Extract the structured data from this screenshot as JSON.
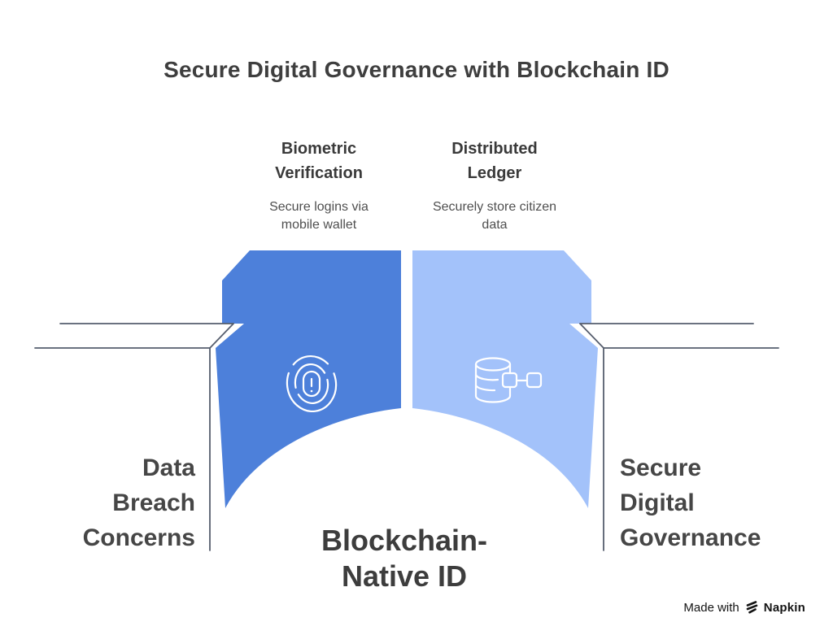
{
  "title": "Secure Digital Governance with Blockchain ID",
  "columns": {
    "left": {
      "heading": "Biometric\nVerification",
      "subtext": "Secure logins via\nmobile wallet",
      "icon": "fingerprint"
    },
    "right": {
      "heading": "Distributed\nLedger",
      "subtext": "Securely store citizen\ndata",
      "icon": "database-link"
    }
  },
  "labels": {
    "left_bank": "Data\nBreach\nConcerns",
    "right_bank": "Secure\nDigital\nGovernance",
    "center": "Blockchain-\nNative ID"
  },
  "footer": {
    "made_with": "Made with",
    "brand": "Napkin"
  },
  "colors": {
    "left_panel": "#4d80da",
    "right_panel": "#a3c2fa",
    "outline": "#565e6e",
    "icon_stroke": "#ffffff"
  }
}
